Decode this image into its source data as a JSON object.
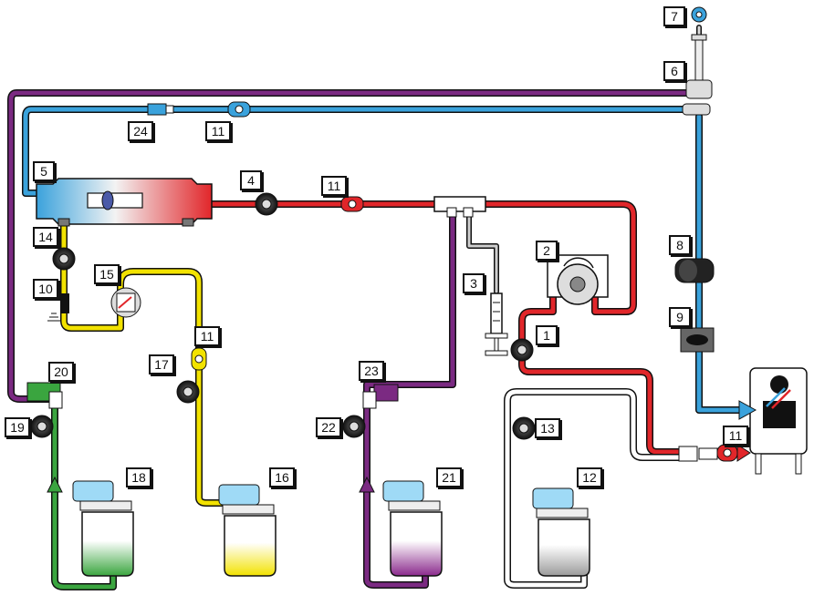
{
  "labels": {
    "l1": "1",
    "l2": "2",
    "l3": "3",
    "l4": "4",
    "l5": "5",
    "l6": "6",
    "l7": "7",
    "l8": "8",
    "l9": "9",
    "l10": "10",
    "l11a": "11",
    "l11b": "11",
    "l11c": "11",
    "l11d": "11",
    "l12": "12",
    "l13": "13",
    "l14": "14",
    "l15": "15",
    "l16": "16",
    "l17": "17",
    "l18": "18",
    "l19": "19",
    "l20": "20",
    "l21": "21",
    "l22": "22",
    "l23": "23",
    "l24": "24"
  },
  "colors": {
    "red": "#e1262a",
    "blue": "#3aa2dc",
    "yellow": "#f2e200",
    "green": "#3aa53f",
    "purple": "#7b2a82",
    "grey": "#9b9b9b",
    "outline": "#111111",
    "white": "#ffffff"
  }
}
